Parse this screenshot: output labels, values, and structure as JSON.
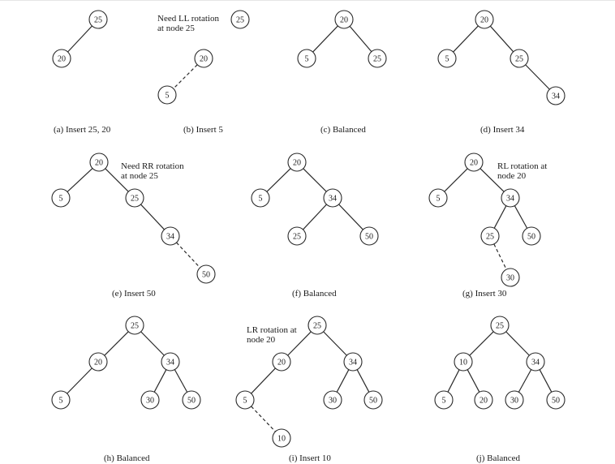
{
  "panels": [
    {
      "id": "a",
      "caption": "(a) Insert 25, 20",
      "note": [],
      "nodes": [
        {
          "id": "n25",
          "label": "25"
        },
        {
          "id": "n20",
          "label": "20"
        }
      ],
      "edges": [
        {
          "from": "n25",
          "to": "n20",
          "style": "solid"
        }
      ]
    },
    {
      "id": "b",
      "caption": "(b) Insert 5",
      "note": [
        "Need LL rotation",
        "at node 25"
      ],
      "nodes": [
        {
          "id": "n25",
          "label": "25"
        },
        {
          "id": "n20",
          "label": "20"
        },
        {
          "id": "n5",
          "label": "5"
        }
      ],
      "edges": [
        {
          "from": "n20",
          "to": "n5",
          "style": "dashed"
        }
      ]
    },
    {
      "id": "c",
      "caption": "(c) Balanced",
      "note": [],
      "nodes": [
        {
          "id": "n20",
          "label": "20"
        },
        {
          "id": "n5",
          "label": "5"
        },
        {
          "id": "n25",
          "label": "25"
        }
      ],
      "edges": [
        {
          "from": "n20",
          "to": "n5",
          "style": "solid"
        },
        {
          "from": "n20",
          "to": "n25",
          "style": "solid"
        }
      ]
    },
    {
      "id": "d",
      "caption": "(d) Insert 34",
      "note": [],
      "nodes": [
        {
          "id": "n20",
          "label": "20"
        },
        {
          "id": "n5",
          "label": "5"
        },
        {
          "id": "n25",
          "label": "25"
        },
        {
          "id": "n34",
          "label": "34"
        }
      ],
      "edges": [
        {
          "from": "n20",
          "to": "n5",
          "style": "solid"
        },
        {
          "from": "n20",
          "to": "n25",
          "style": "solid"
        },
        {
          "from": "n25",
          "to": "n34",
          "style": "solid"
        }
      ]
    },
    {
      "id": "e",
      "caption": "(e) Insert 50",
      "note": [
        "Need RR rotation",
        "at node 25"
      ],
      "nodes": [
        {
          "id": "n20",
          "label": "20"
        },
        {
          "id": "n5",
          "label": "5"
        },
        {
          "id": "n25",
          "label": "25"
        },
        {
          "id": "n34",
          "label": "34"
        },
        {
          "id": "n50",
          "label": "50"
        }
      ],
      "edges": [
        {
          "from": "n20",
          "to": "n5",
          "style": "solid"
        },
        {
          "from": "n20",
          "to": "n25",
          "style": "solid"
        },
        {
          "from": "n25",
          "to": "n34",
          "style": "solid"
        },
        {
          "from": "n34",
          "to": "n50",
          "style": "dashed"
        }
      ]
    },
    {
      "id": "f",
      "caption": "(f) Balanced",
      "note": [],
      "nodes": [
        {
          "id": "n20",
          "label": "20"
        },
        {
          "id": "n5",
          "label": "5"
        },
        {
          "id": "n34",
          "label": "34"
        },
        {
          "id": "n25",
          "label": "25"
        },
        {
          "id": "n50",
          "label": "50"
        }
      ],
      "edges": [
        {
          "from": "n20",
          "to": "n5",
          "style": "solid"
        },
        {
          "from": "n20",
          "to": "n34",
          "style": "solid"
        },
        {
          "from": "n34",
          "to": "n25",
          "style": "solid"
        },
        {
          "from": "n34",
          "to": "n50",
          "style": "solid"
        }
      ]
    },
    {
      "id": "g",
      "caption": "(g) Insert 30",
      "note": [
        "RL rotation at",
        "node 20"
      ],
      "nodes": [
        {
          "id": "n20",
          "label": "20"
        },
        {
          "id": "n5",
          "label": "5"
        },
        {
          "id": "n34",
          "label": "34"
        },
        {
          "id": "n25",
          "label": "25"
        },
        {
          "id": "n50",
          "label": "50"
        },
        {
          "id": "n30",
          "label": "30"
        }
      ],
      "edges": [
        {
          "from": "n20",
          "to": "n5",
          "style": "solid"
        },
        {
          "from": "n20",
          "to": "n34",
          "style": "solid"
        },
        {
          "from": "n34",
          "to": "n25",
          "style": "solid"
        },
        {
          "from": "n34",
          "to": "n50",
          "style": "solid"
        },
        {
          "from": "n25",
          "to": "n30",
          "style": "dashed"
        }
      ]
    },
    {
      "id": "h",
      "caption": "(h) Balanced",
      "note": [],
      "nodes": [
        {
          "id": "n25",
          "label": "25"
        },
        {
          "id": "n20",
          "label": "20"
        },
        {
          "id": "n34",
          "label": "34"
        },
        {
          "id": "n5",
          "label": "5"
        },
        {
          "id": "n30",
          "label": "30"
        },
        {
          "id": "n50",
          "label": "50"
        }
      ],
      "edges": [
        {
          "from": "n25",
          "to": "n20",
          "style": "solid"
        },
        {
          "from": "n25",
          "to": "n34",
          "style": "solid"
        },
        {
          "from": "n20",
          "to": "n5",
          "style": "solid"
        },
        {
          "from": "n34",
          "to": "n30",
          "style": "solid"
        },
        {
          "from": "n34",
          "to": "n50",
          "style": "solid"
        }
      ]
    },
    {
      "id": "i",
      "caption": "(i) Insert 10",
      "note": [
        "LR rotation at",
        "node 20"
      ],
      "nodes": [
        {
          "id": "n25",
          "label": "25"
        },
        {
          "id": "n20",
          "label": "20"
        },
        {
          "id": "n34",
          "label": "34"
        },
        {
          "id": "n5",
          "label": "5"
        },
        {
          "id": "n30",
          "label": "30"
        },
        {
          "id": "n50",
          "label": "50"
        },
        {
          "id": "n10",
          "label": "10"
        }
      ],
      "edges": [
        {
          "from": "n25",
          "to": "n20",
          "style": "solid"
        },
        {
          "from": "n25",
          "to": "n34",
          "style": "solid"
        },
        {
          "from": "n20",
          "to": "n5",
          "style": "solid"
        },
        {
          "from": "n34",
          "to": "n30",
          "style": "solid"
        },
        {
          "from": "n34",
          "to": "n50",
          "style": "solid"
        },
        {
          "from": "n5",
          "to": "n10",
          "style": "dashed"
        }
      ]
    },
    {
      "id": "j",
      "caption": "(j) Balanced",
      "note": [],
      "nodes": [
        {
          "id": "n25",
          "label": "25"
        },
        {
          "id": "n10",
          "label": "10"
        },
        {
          "id": "n34",
          "label": "34"
        },
        {
          "id": "n5",
          "label": "5"
        },
        {
          "id": "n20",
          "label": "20"
        },
        {
          "id": "n30",
          "label": "30"
        },
        {
          "id": "n50",
          "label": "50"
        }
      ],
      "edges": [
        {
          "from": "n25",
          "to": "n10",
          "style": "solid"
        },
        {
          "from": "n25",
          "to": "n34",
          "style": "solid"
        },
        {
          "from": "n10",
          "to": "n5",
          "style": "solid"
        },
        {
          "from": "n10",
          "to": "n20",
          "style": "solid"
        },
        {
          "from": "n34",
          "to": "n30",
          "style": "solid"
        },
        {
          "from": "n34",
          "to": "n50",
          "style": "solid"
        }
      ]
    }
  ]
}
